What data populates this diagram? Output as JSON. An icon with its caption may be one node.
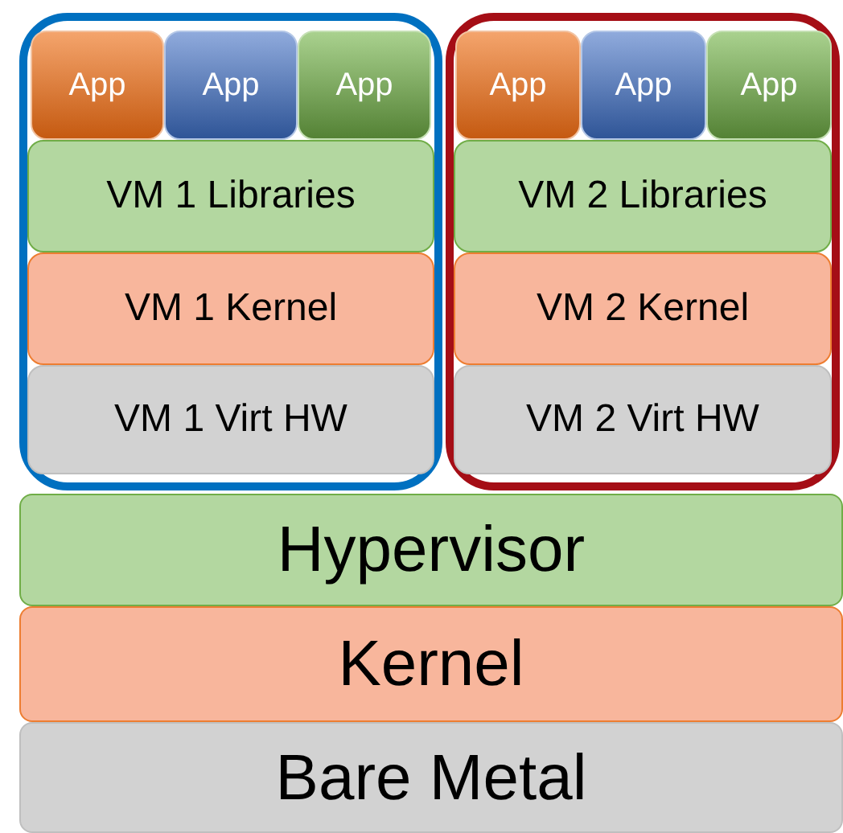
{
  "diagram": {
    "nodes": [
      {
        "text": [],
        "shape": "box"
      },
      {
        "text": [
          "App"
        ],
        "in": 0
      },
      {
        "text": [
          "App"
        ],
        "in": 0
      },
      {
        "text": [
          "App"
        ],
        "in": 0
      },
      {
        "text": [
          "VM 1 Libraries"
        ],
        "in": 0
      },
      {
        "text": [
          "VM 1 Kernel"
        ],
        "in": 0
      },
      {
        "text": [
          "VM 1 Virt HW"
        ],
        "in": 0
      },
      {
        "text": [],
        "shape": "box"
      },
      {
        "text": [
          "App"
        ],
        "in": 7
      },
      {
        "text": [
          "App"
        ],
        "in": 7
      },
      {
        "text": [
          "App"
        ],
        "in": 7
      },
      {
        "text": [
          "VM 2 Libraries"
        ],
        "in": 7
      },
      {
        "text": [
          "VM 2 Kernel"
        ],
        "in": 7
      },
      {
        "text": [
          "VM 2 Virt HW"
        ],
        "in": 7
      },
      {
        "text": [
          "Hypervisor"
        ]
      },
      {
        "text": [
          "Kernel"
        ]
      },
      {
        "text": [
          "Bare Metal"
        ]
      }
    ]
  }
}
